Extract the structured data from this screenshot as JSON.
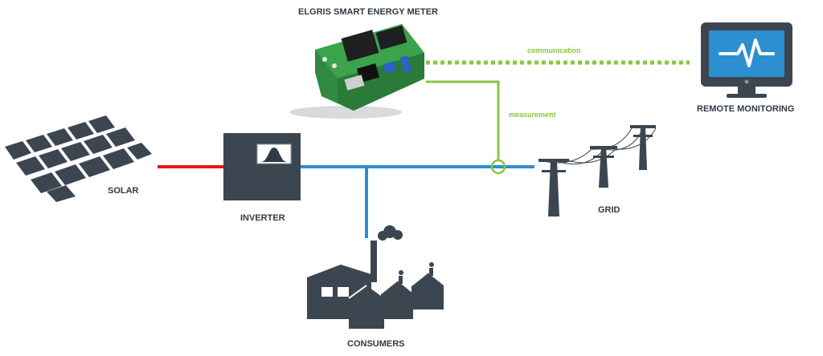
{
  "labels": {
    "meter": "ELGRIS SMART ENERGY METER",
    "communication": "communication",
    "measurement": "measurement",
    "remote_monitoring": "REMOTE MONITORING",
    "solar": "SOLAR",
    "inverter": "INVERTER",
    "grid": "GRID",
    "consumers": "CONSUMERS"
  },
  "colors": {
    "dark": "#3c4650",
    "dc_line": "#e0191b",
    "ac_line": "#2b8fd0",
    "signal": "#8ac640",
    "screen": "#2b8fd0"
  },
  "icons": [
    "solar-panel-icon",
    "inverter-icon",
    "energy-meter-icon",
    "monitor-icon",
    "power-pylon-icon",
    "factory-icon"
  ]
}
